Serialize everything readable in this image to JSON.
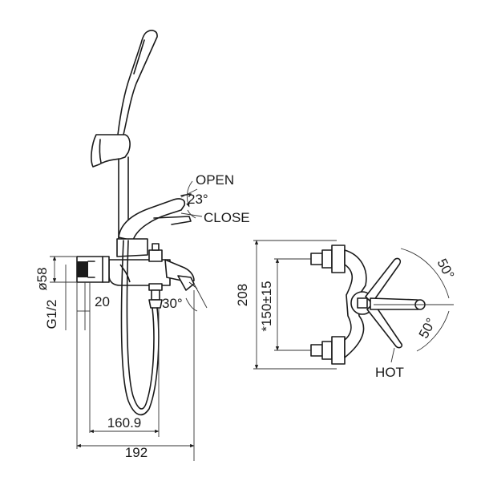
{
  "labels": {
    "open": "OPEN",
    "close": "CLOSE",
    "lever_angle": "23°",
    "diameter": "ø58",
    "thread": "G1/2",
    "offset": "20",
    "spout_angle": "30°",
    "width_inner": "160.9",
    "width_overall": "192",
    "height": "208",
    "center_distance": "*150±15",
    "hot": "HOT",
    "angle_upper": "50°",
    "angle_lower": "50°"
  }
}
